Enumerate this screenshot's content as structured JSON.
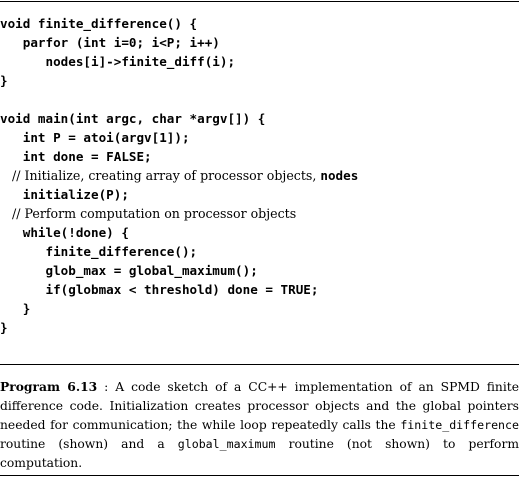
{
  "code": {
    "lines": [
      "void finite_difference() {",
      "   parfor (int i=0; i<P; i++)",
      "      nodes[i]->finite_diff(i);",
      "}",
      "",
      "void main(int argc, char *argv[]) {",
      "   int P = atoi(argv[1]);",
      "   int done = FALSE;",
      "   // Initialize, creating array of processor objects, ",
      "   initialize(P);",
      "   // Perform computation on processor objects",
      "   while(!done) {",
      "      finite_difference();",
      "      glob_max = global_maximum();",
      "      if(globmax < threshold) done = TRUE;",
      "   }",
      "}"
    ],
    "comment_trailing_code": "nodes"
  },
  "caption": {
    "label": "Program 6.13",
    "text_1": " : A code sketch of a CC++ implementation of an SPMD finite difference code. Initialization creates processor objects and the global pointers needed for communication; the while loop repeatedly calls the ",
    "code_1": "finite_difference",
    "text_2": " routine (shown) and a ",
    "code_2": "global_maximum",
    "text_3": " routine (not shown) to perform computation."
  }
}
